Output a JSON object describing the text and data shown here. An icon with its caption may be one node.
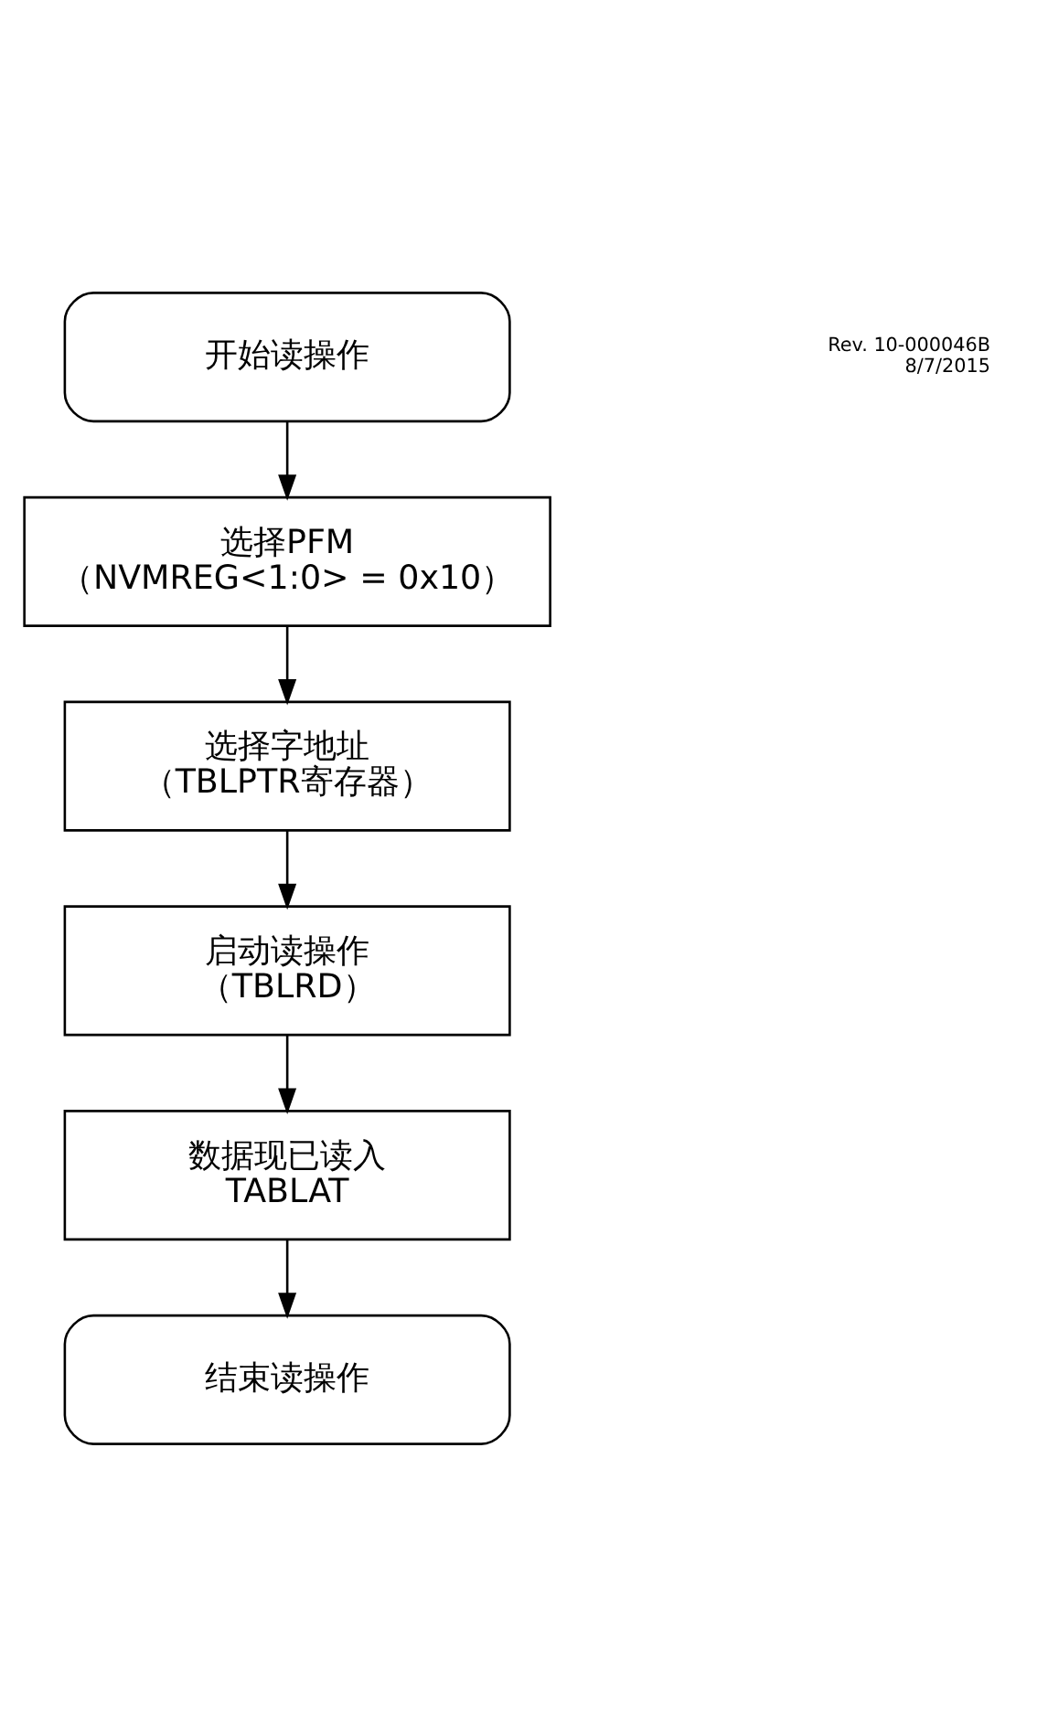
{
  "diagram": {
    "nodes": [
      {
        "text": [
          "开始读操作"
        ]
      },
      {
        "text": [
          "选择PFM",
          "（NVMREG<1:0> = 0x10）"
        ]
      },
      {
        "text": [
          "选择字地址",
          "（TBLPTR寄存器）"
        ]
      },
      {
        "text": [
          "启动读操作",
          "（TBLRD）"
        ]
      },
      {
        "text": [
          "数据现已读入",
          "TABLAT"
        ]
      },
      {
        "text": [
          "结束读操作"
        ]
      }
    ],
    "edges": [
      {
        "from": 0,
        "to": 1,
        "arrow": "to"
      },
      {
        "from": 1,
        "to": 2,
        "arrow": "to"
      },
      {
        "from": 2,
        "to": 3,
        "arrow": "to"
      },
      {
        "from": 3,
        "to": 4,
        "arrow": "to"
      },
      {
        "from": 4,
        "to": 5,
        "arrow": "to"
      }
    ],
    "labels": [
      "Rev. 10-000046B",
      "8/7/2015"
    ]
  }
}
